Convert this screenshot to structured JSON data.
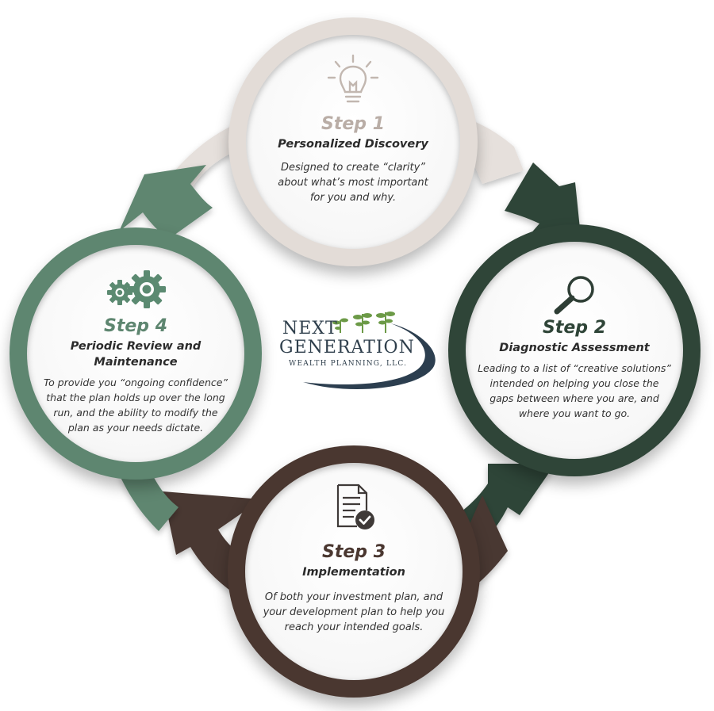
{
  "logo": {
    "line1": "NEXT",
    "line2": "GENERATION",
    "line3": "WEALTH PLANNING, LLC."
  },
  "steps": [
    {
      "title": "Step 1",
      "subtitle": "Personalized Discovery",
      "description": [
        "Designed to create “clarity”",
        "about what’s most important",
        "for you and why."
      ],
      "icon": "lightbulb-icon",
      "ring_color": "#e3dcd7",
      "title_color": "#b9ada6"
    },
    {
      "title": "Step 2",
      "subtitle": "Diagnostic Assessment",
      "description": [
        "Leading to a list of “creative solutions”",
        "intended on helping you close the",
        "gaps between where you are, and",
        "where you want to go."
      ],
      "icon": "magnifier-icon",
      "ring_color": "#2f4538",
      "title_color": "#2f4538"
    },
    {
      "title": "Step 3",
      "subtitle": "Implementation",
      "description": [
        "Of both your investment plan, and",
        "your development plan to help you",
        "reach your intended goals."
      ],
      "icon": "document-check-icon",
      "ring_color": "#4a3730",
      "title_color": "#4a3730"
    },
    {
      "title": "Step 4",
      "subtitle": "Periodic Review and Maintenance",
      "description": [
        "To provide you “ongoing confidence”",
        "that the plan holds up over the long",
        "run, and the ability to modify the",
        "plan as your needs dictate."
      ],
      "icon": "gears-icon",
      "ring_color": "#5e8670",
      "title_color": "#5e8670"
    }
  ]
}
